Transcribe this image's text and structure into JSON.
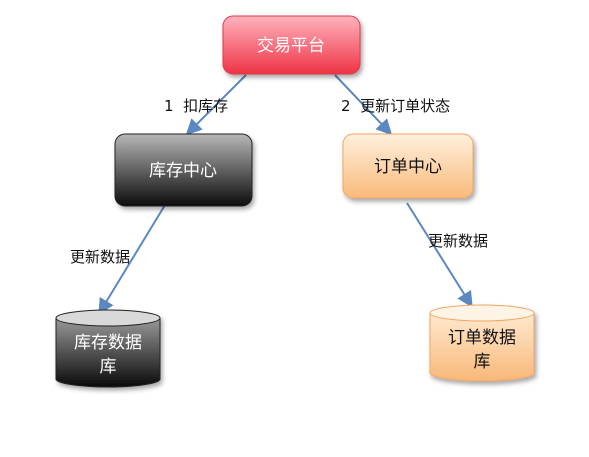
{
  "nodes": {
    "trading_platform": {
      "label": "交易平台"
    },
    "inventory_center": {
      "label": "库存中心"
    },
    "order_center": {
      "label": "订单中心"
    },
    "inventory_db": {
      "label_line1": "库存数据",
      "label_line2": "库"
    },
    "order_db": {
      "label_line1": "订单数据",
      "label_line2": "库"
    }
  },
  "edges": {
    "deduct_stock": {
      "label": "1  扣库存"
    },
    "update_order_status": {
      "label": "2  更新订单状态"
    },
    "inventory_update_data": {
      "label": "更新数据"
    },
    "order_update_data": {
      "label": "更新数据"
    }
  },
  "colors": {
    "platform_fill_top": "#ffb3bd",
    "platform_fill_bottom": "#ee3346",
    "inventory_fill_top": "#b7b7b7",
    "inventory_fill_bottom": "#0c0c0c",
    "order_fill_top": "#fff0dd",
    "order_fill_bottom": "#f9ba7a",
    "arrow": "#5b88c0"
  }
}
